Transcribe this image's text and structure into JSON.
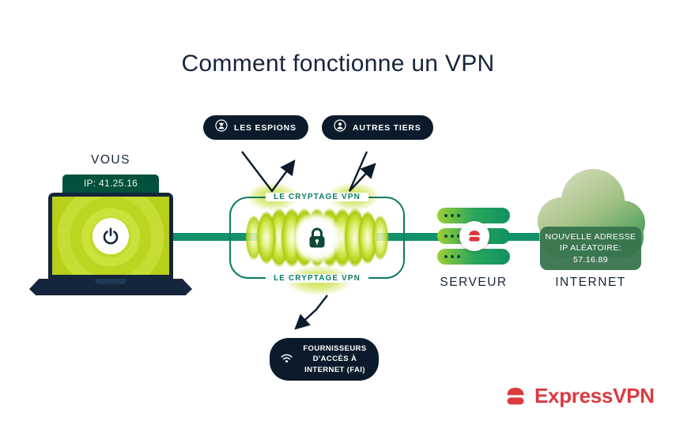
{
  "title": "Comment fonctionne un VPN",
  "device": {
    "label": "VOUS",
    "ip_badge": "IP: 41.25.16"
  },
  "threat_pills": {
    "spies": "LES ESPIONS",
    "third_parties": "AUTRES TIERS",
    "isp_lines": [
      "FOURNISSEURS",
      "D'ACCÈS À",
      "INTERNET (FAI)"
    ]
  },
  "tunnel": {
    "label_top": "LE CRYPTAGE VPN",
    "label_bottom": "LE CRYPTAGE VPN"
  },
  "server": {
    "label": "SERVEUR"
  },
  "internet": {
    "label": "INTERNET",
    "new_ip_lines": [
      "NOUVELLE ADRESSE",
      "IP ALÉATOIRE:",
      "57.16.89"
    ]
  },
  "brand": {
    "name": "ExpressVPN"
  },
  "colors": {
    "navy": "#15253b",
    "pill_bg": "#0b1b2b",
    "line_green": "#12916b",
    "tunnel_teal": "#0c7c62",
    "lime": "#c6dd32",
    "ip_badge_bg": "#02503e",
    "cloud_badge_bg": "#38744d",
    "brand_red": "#da3a40"
  }
}
